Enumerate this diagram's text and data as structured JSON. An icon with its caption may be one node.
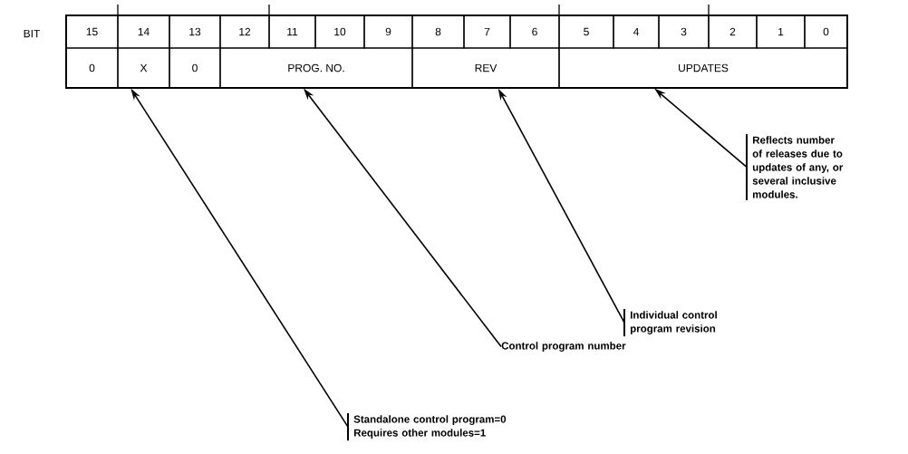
{
  "diagram": {
    "nodes": [
      {
        "text": [
          "15"
        ]
      },
      {
        "text": [
          "14"
        ]
      },
      {
        "text": [
          "13"
        ]
      },
      {
        "text": [
          "12"
        ]
      },
      {
        "text": [
          "11"
        ]
      },
      {
        "text": [
          "10"
        ]
      },
      {
        "text": [
          "9"
        ]
      },
      {
        "text": [
          "8"
        ]
      },
      {
        "text": [
          "7"
        ]
      },
      {
        "text": [
          "6"
        ]
      },
      {
        "text": [
          "5"
        ]
      },
      {
        "text": [
          "4"
        ]
      },
      {
        "text": [
          "3"
        ]
      },
      {
        "text": [
          "2"
        ]
      },
      {
        "text": [
          "1"
        ]
      },
      {
        "text": [
          "0"
        ]
      },
      {
        "text": [
          "0"
        ]
      },
      {
        "text": [
          "X"
        ]
      },
      {
        "text": [
          "0"
        ]
      },
      {
        "text": [
          "PROG. NO."
        ]
      },
      {
        "text": [
          "REV"
        ]
      },
      {
        "text": [
          "UPDATES"
        ]
      },
      {
        "text": [
          "Reflects number of releases due to updates of any, or several inclusive modules."
        ]
      },
      {
        "text": [
          "Individual control program revision"
        ]
      },
      {
        "text": [
          "Control program number"
        ]
      },
      {
        "text": [
          "Standalone control program=0 Requires other modules=1"
        ]
      }
    ],
    "edges": [
      {
        "from": 22,
        "to": 21,
        "arrow": "to"
      },
      {
        "from": 23,
        "to": 20,
        "arrow": "to"
      },
      {
        "from": 24,
        "to": 19,
        "arrow": "to"
      },
      {
        "from": 25,
        "to": 17,
        "arrow": "to"
      }
    ],
    "labels": [
      "BIT"
    ]
  }
}
